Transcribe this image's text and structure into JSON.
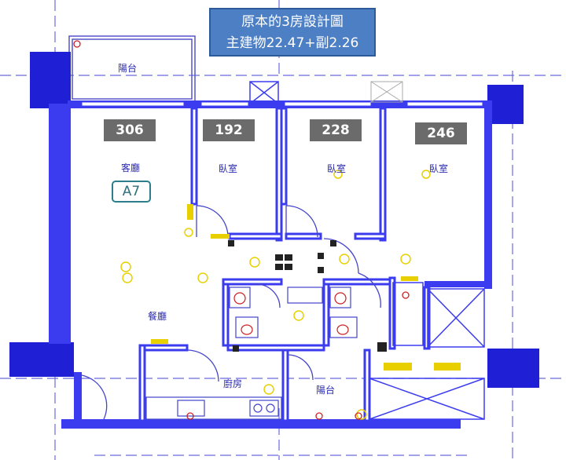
{
  "title": {
    "line1": "原本的3房設計圖",
    "line2": "主建物22.47+副2.26"
  },
  "dimensions": [
    "306",
    "192",
    "228",
    "246"
  ],
  "rooms": {
    "balcony_top": "陽台",
    "living": "客廳",
    "bedroom_1": "臥室",
    "bedroom_2": "臥室",
    "bedroom_3": "臥室",
    "dining": "餐廳",
    "kitchen": "廚房",
    "balcony_bottom": "陽台"
  },
  "unit_tag": "A7",
  "colors": {
    "wall": "#3b3bf0",
    "column": "#1f1fd6",
    "line": "#5555cc",
    "fixture": "#e8d000",
    "title_bg": "#4d7fc4",
    "dim_bg": "#6b6b6b"
  }
}
